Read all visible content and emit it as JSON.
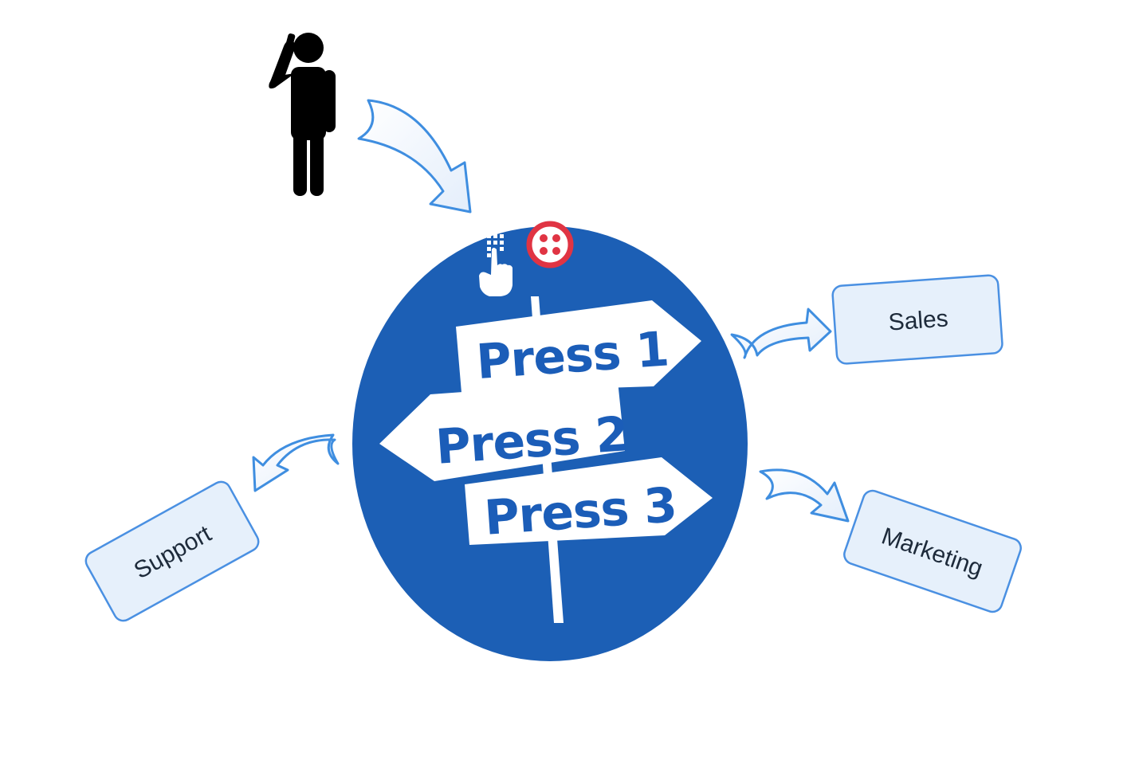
{
  "signs": [
    {
      "label": "Press 1"
    },
    {
      "label": "Press 2"
    },
    {
      "label": "Press 3"
    }
  ],
  "destinations": {
    "sales": "Sales",
    "support": "Support",
    "marketing": "Marketing"
  },
  "colors": {
    "circle": "#1c5fb5",
    "sign_text": "#1b5db8",
    "arrow_stroke": "#3f8ee0",
    "box_fill": "#e6f0fb",
    "box_stroke": "#4a90e2",
    "logo_red": "#e03443",
    "person": "#000000"
  },
  "icons": [
    "person-on-phone-icon",
    "keypad-press-icon",
    "twilio-logo-icon"
  ]
}
